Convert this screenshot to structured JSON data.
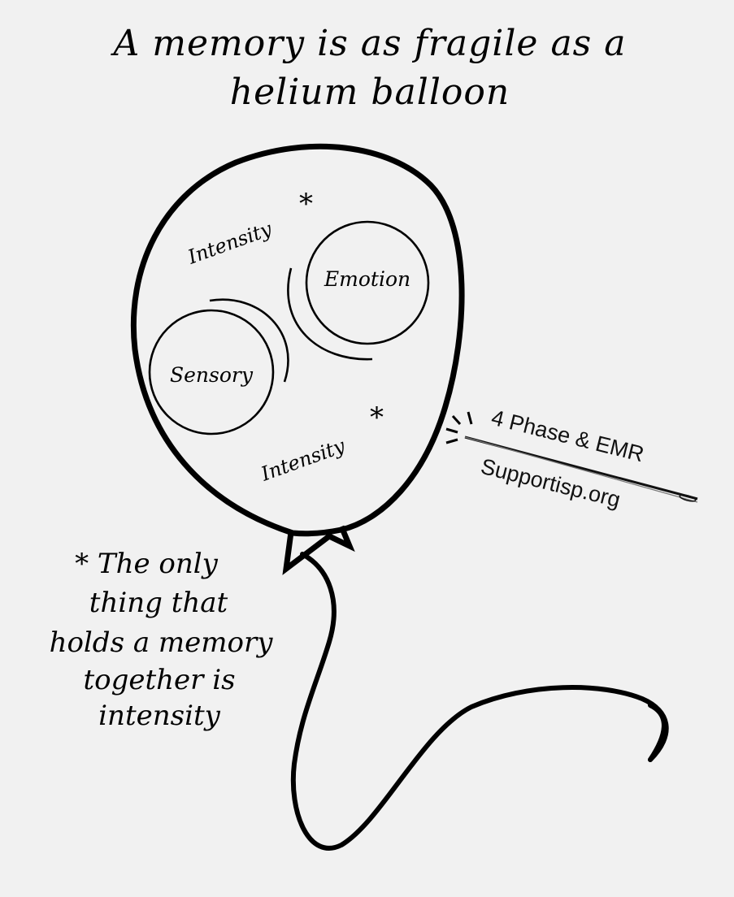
{
  "title": {
    "line1": "A memory is as fragile as a",
    "line2": "helium balloon"
  },
  "bubbles": {
    "emotion": "Emotion",
    "sensory": "Sensory"
  },
  "intensity": {
    "top": "Intensity",
    "bottom": "Intensity",
    "marker": "*"
  },
  "needle": {
    "line1": "4 Phase & EMR",
    "line2": "Supportisp.org"
  },
  "footnote": {
    "line1": "* The only",
    "line2": "thing that",
    "line3": "holds a memory",
    "line4": "together is",
    "line5": "intensity"
  },
  "colors": {
    "background": "#f1f1f1",
    "ink": "#000000"
  }
}
